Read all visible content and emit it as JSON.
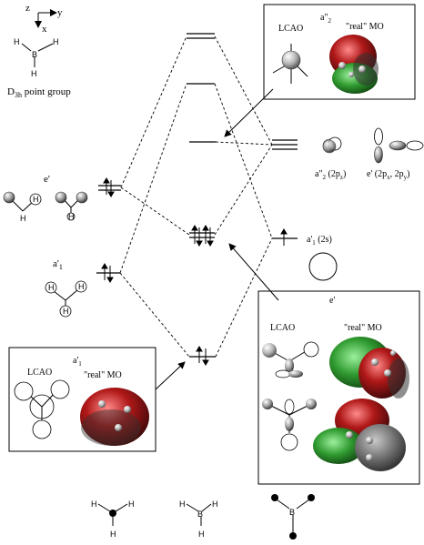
{
  "axes": {
    "z": "z",
    "y": "y",
    "x": "x"
  },
  "atoms": {
    "B": "B",
    "H": "H"
  },
  "point_group": {
    "prefix": "D",
    "sub": "3h",
    "suffix": " point group"
  },
  "left_groups": {
    "e_prime": "e'",
    "a1_prime": {
      "base": "a'",
      "sub": "1"
    }
  },
  "boron_orbitals": {
    "a2pp": {
      "base": "a\"",
      "sub": "2",
      "mid": " (2p",
      "sub2": "z",
      "end": ")"
    },
    "e_prime": {
      "base": "e' (2p",
      "sub1": "x",
      "mid": ", 2p",
      "sub2": "y",
      "end": ")"
    },
    "a1_prime": {
      "base": "a'",
      "sub": "1",
      "end": " (2s)"
    }
  },
  "inset_a2pp": {
    "lcao": "LCAO",
    "title": {
      "base": "a\"",
      "sub": "2"
    },
    "real": "\"real\" MO"
  },
  "inset_e": {
    "title": "e'",
    "lcao": "LCAO",
    "real": "\"real\" MO"
  },
  "inset_a1": {
    "title": {
      "base": "a'",
      "sub": "1"
    },
    "lcao": "LCAO",
    "real": "\"real\" MO"
  },
  "colors": {
    "lobe_red": "#b01818",
    "lobe_green": "#2f9a2f",
    "lobe_gray": "#6a6a6a"
  }
}
